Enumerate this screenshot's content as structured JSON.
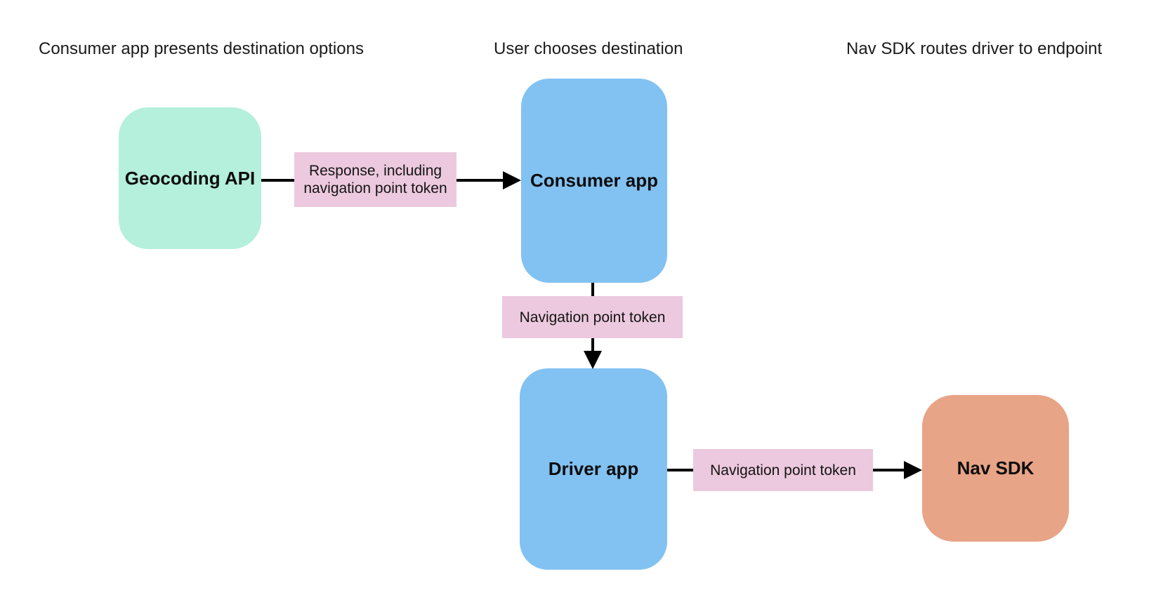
{
  "diagram": {
    "background": "#ffffff",
    "connector_color": "#000000",
    "headers": {
      "stage1": "Consumer app presents destination options",
      "stage2": "User chooses destination",
      "stage3": "Nav SDK routes driver to endpoint"
    },
    "nodes": {
      "geocoding_api": {
        "label": "Geocoding API",
        "fill": "#B4F0DB"
      },
      "consumer_app": {
        "label": "Consumer app",
        "fill": "#82C2F2"
      },
      "driver_app": {
        "label": "Driver app",
        "fill": "#82C2F2"
      },
      "nav_sdk": {
        "label": "Nav SDK",
        "fill": "#E8A486"
      }
    },
    "edge_labels": {
      "response_token": {
        "text": "Response, including navigation point token",
        "fill": "#ECC9DE"
      },
      "token_consumer_to_driver": {
        "text": "Navigation point token",
        "fill": "#ECC9DE"
      },
      "token_driver_to_navsdk": {
        "text": "Navigation point token",
        "fill": "#ECC9DE"
      }
    }
  }
}
